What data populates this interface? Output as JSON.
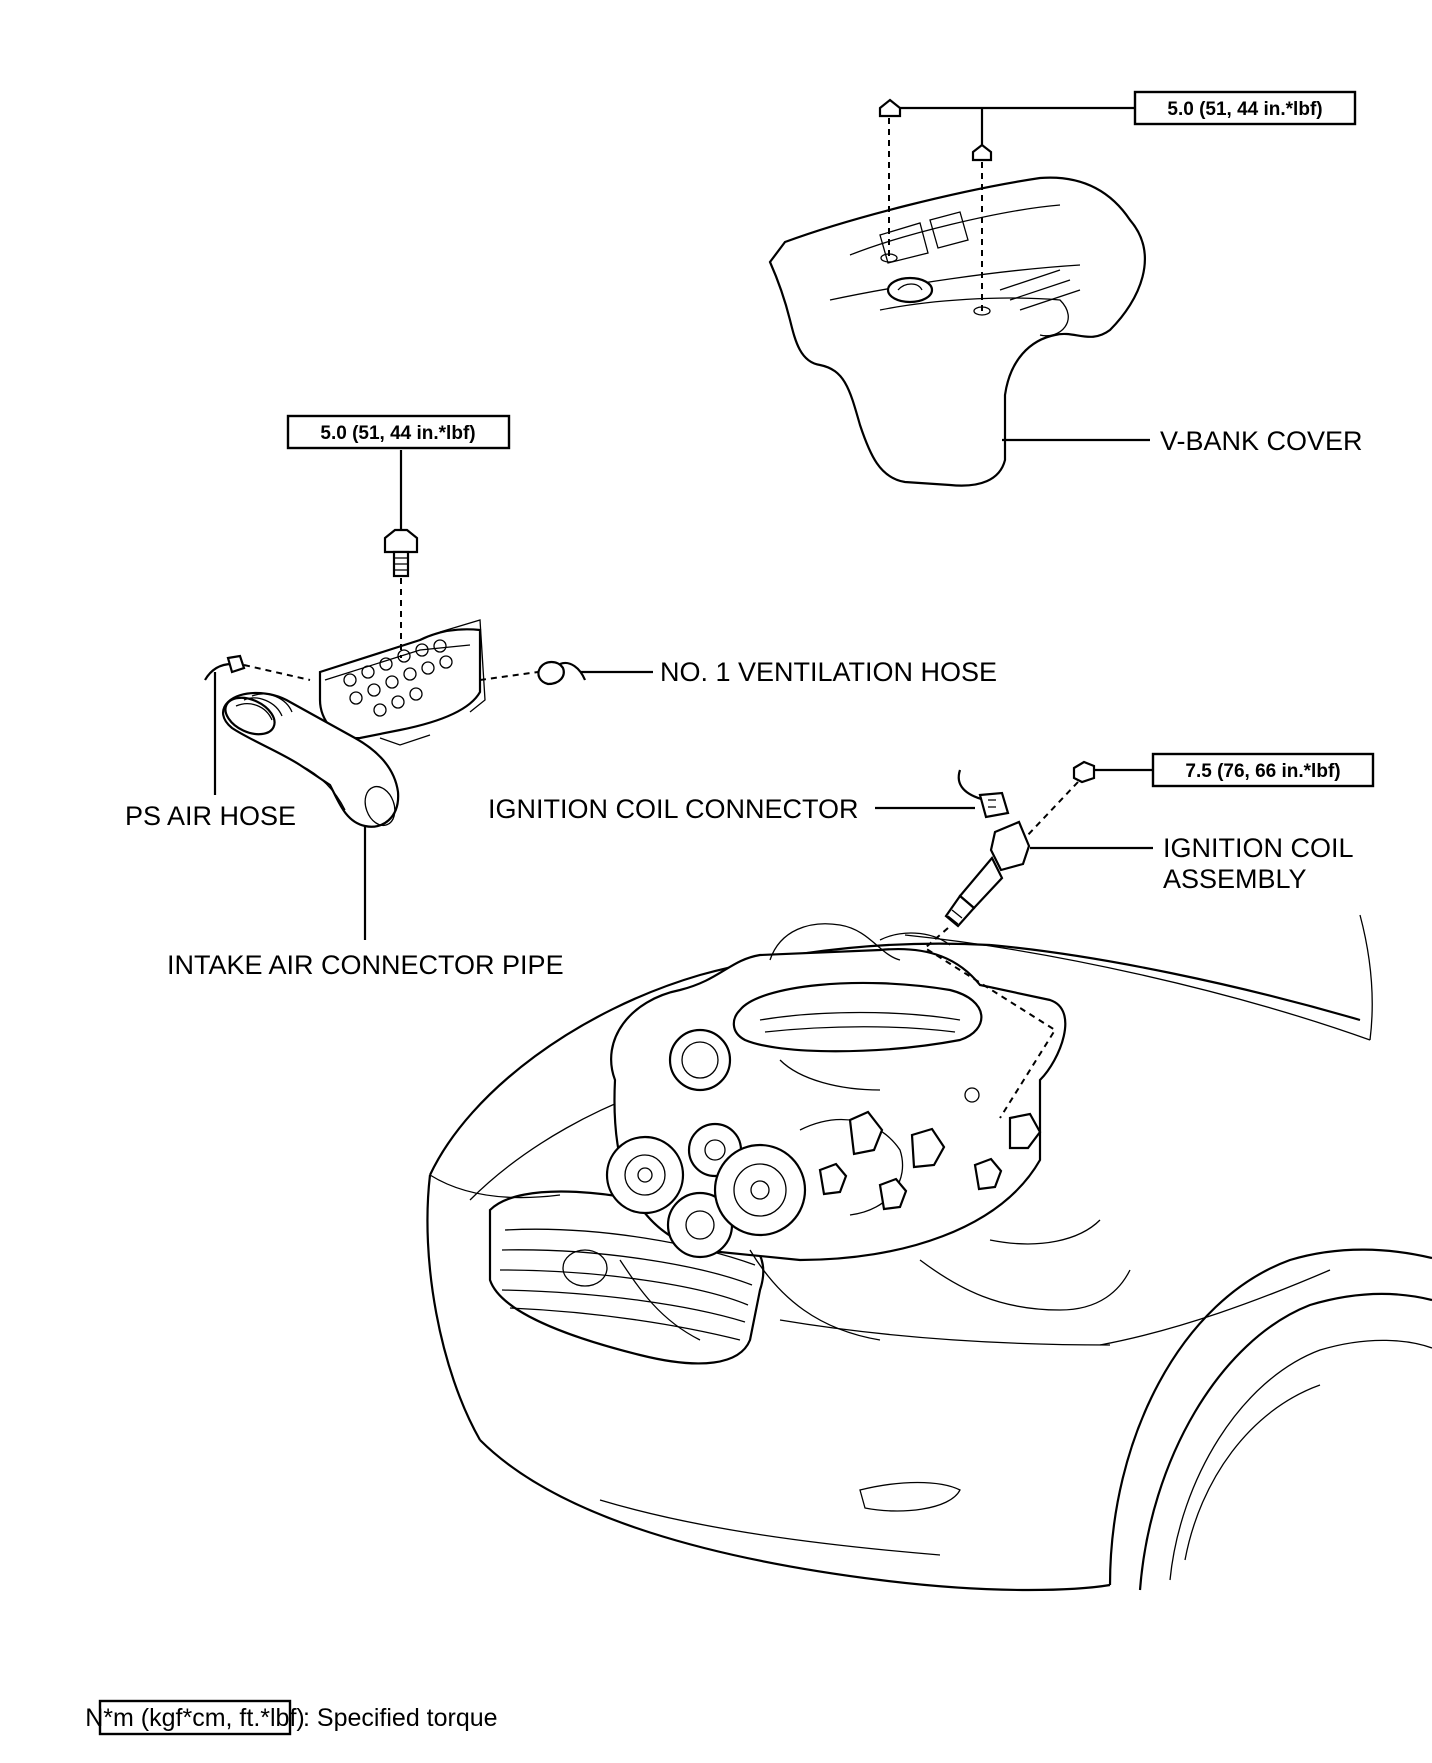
{
  "labels": {
    "v_bank_cover": "V-BANK COVER",
    "ventilation_hose": "NO. 1 VENTILATION HOSE",
    "ps_air_hose": "PS AIR HOSE",
    "intake_pipe": "INTAKE AIR CONNECTOR PIPE",
    "ignition_connector": "IGNITION COIL CONNECTOR",
    "ignition_coil_line1": "IGNITION COIL",
    "ignition_coil_line2": "ASSEMBLY"
  },
  "torque_specs": {
    "cover_nut": "5.0 (51, 44 in.*lbf)",
    "intake_bolt": "5.0 (51, 44 in.*lbf)",
    "coil_bolt": "7.5 (76, 66 in.*lbf)"
  },
  "legend": {
    "unit": "N*m (kgf*cm, ft.*lbf)",
    "meaning": ": Specified torque"
  }
}
